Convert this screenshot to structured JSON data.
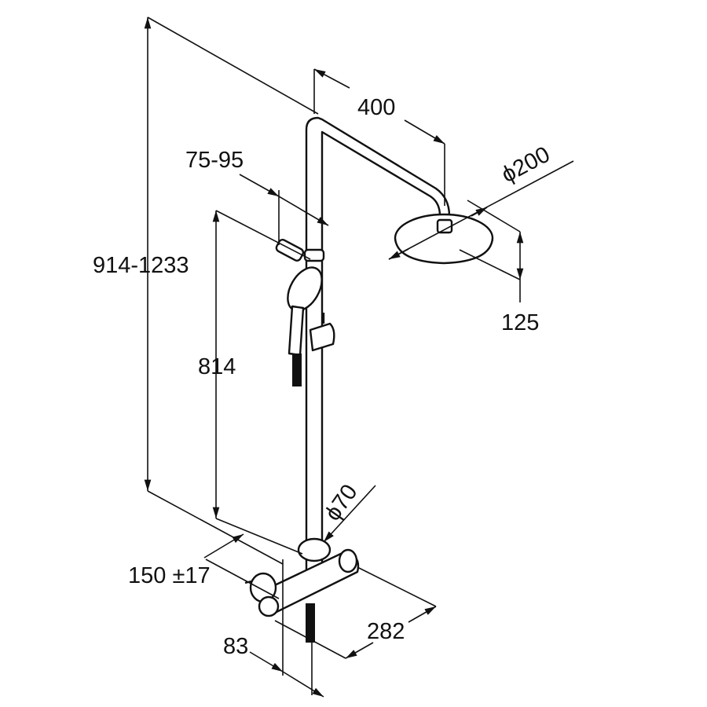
{
  "title": "Shower system dimension drawing",
  "dimensions": {
    "total_height": "914-1233",
    "rail_height": "814",
    "clamp_range": "75-95",
    "arm_length": "400",
    "head_diameter": "ϕ200",
    "head_height": "125",
    "pipe_diameter": "ϕ70",
    "wall_distance": "150 ±17",
    "mixer_depth": "83",
    "mixer_width": "282"
  },
  "colors": {
    "line": "#111111",
    "background": "#ffffff"
  }
}
